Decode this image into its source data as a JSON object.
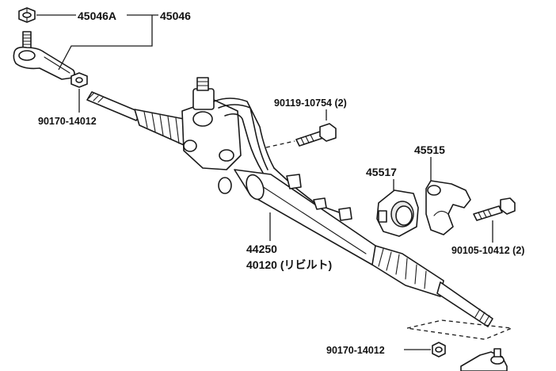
{
  "labels": {
    "tie_rod_end_nut": "45046A",
    "tie_rod_end": "45046",
    "nut_upper": "90170-14012",
    "bolt_upper": "90119-10754 (2)",
    "bracket_a": "45515",
    "bracket_b": "45517",
    "rack_assembly": "44250",
    "rack_rebuilt": "40120 (リビルト)",
    "bolt_lower": "90105-10412 (2)",
    "nut_lower": "90170-14012"
  }
}
